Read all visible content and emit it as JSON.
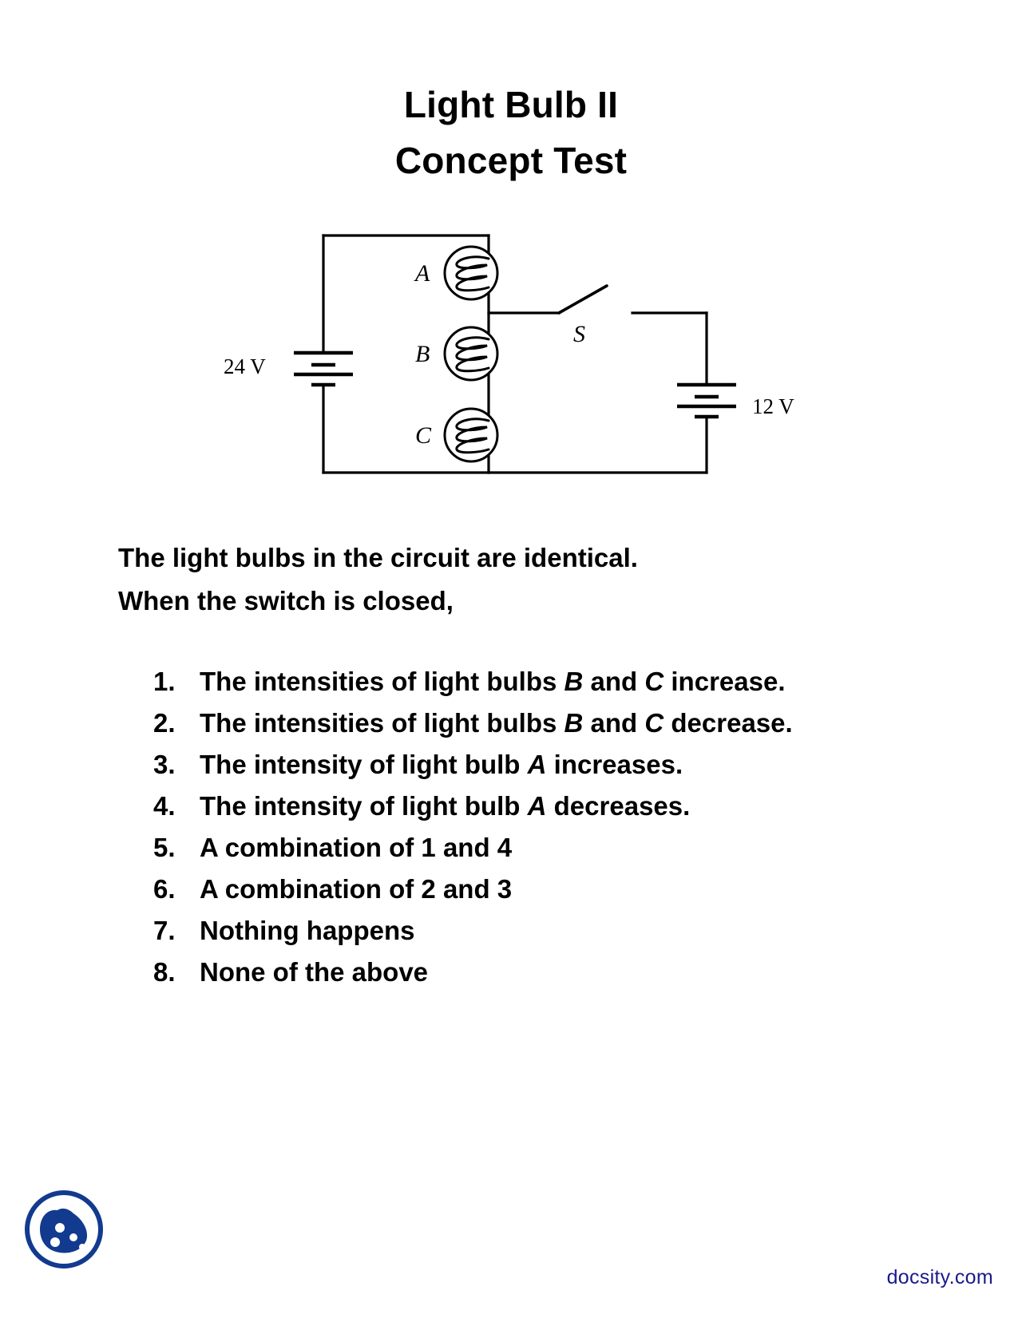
{
  "title": {
    "line1": "Light Bulb II",
    "line2": "Concept Test"
  },
  "circuit": {
    "battery_left_label": "24 V",
    "battery_right_label": "12 V",
    "bulb_a_label": "A",
    "bulb_b_label": "B",
    "bulb_c_label": "C",
    "switch_label": "S"
  },
  "prompt": {
    "line1": "The light bulbs in the circuit are identical.",
    "line2": "When the switch is closed,"
  },
  "options": [
    {
      "number": "1.",
      "parts": [
        {
          "t": "The intensities of light bulbs ",
          "i": false
        },
        {
          "t": "B",
          "i": true
        },
        {
          "t": " and ",
          "i": false
        },
        {
          "t": "C",
          "i": true
        },
        {
          "t": " increase.",
          "i": false
        }
      ]
    },
    {
      "number": "2.",
      "parts": [
        {
          "t": "The intensities of light bulbs ",
          "i": false
        },
        {
          "t": "B",
          "i": true
        },
        {
          "t": " and ",
          "i": false
        },
        {
          "t": "C",
          "i": true
        },
        {
          "t": " decrease.",
          "i": false
        }
      ]
    },
    {
      "number": "3.",
      "parts": [
        {
          "t": "The intensity of light bulb ",
          "i": false
        },
        {
          "t": "A",
          "i": true
        },
        {
          "t": " increases.",
          "i": false
        }
      ]
    },
    {
      "number": "4.",
      "parts": [
        {
          "t": "The intensity of light bulb ",
          "i": false
        },
        {
          "t": "A",
          "i": true
        },
        {
          "t": " decreases.",
          "i": false
        }
      ]
    },
    {
      "number": "5.",
      "parts": [
        {
          "t": "A combination of 1 and 4",
          "i": false
        }
      ]
    },
    {
      "number": "6.",
      "parts": [
        {
          "t": "A combination of 2 and 3",
          "i": false
        }
      ]
    },
    {
      "number": "7.",
      "parts": [
        {
          "t": "Nothing happens",
          "i": false
        }
      ]
    },
    {
      "number": "8.",
      "parts": [
        {
          "t": "None of the above",
          "i": false
        }
      ]
    }
  ],
  "footer": {
    "site_url": "docsity.com",
    "logo_color": "#123A8F",
    "url_color": "#1a1a8c"
  }
}
